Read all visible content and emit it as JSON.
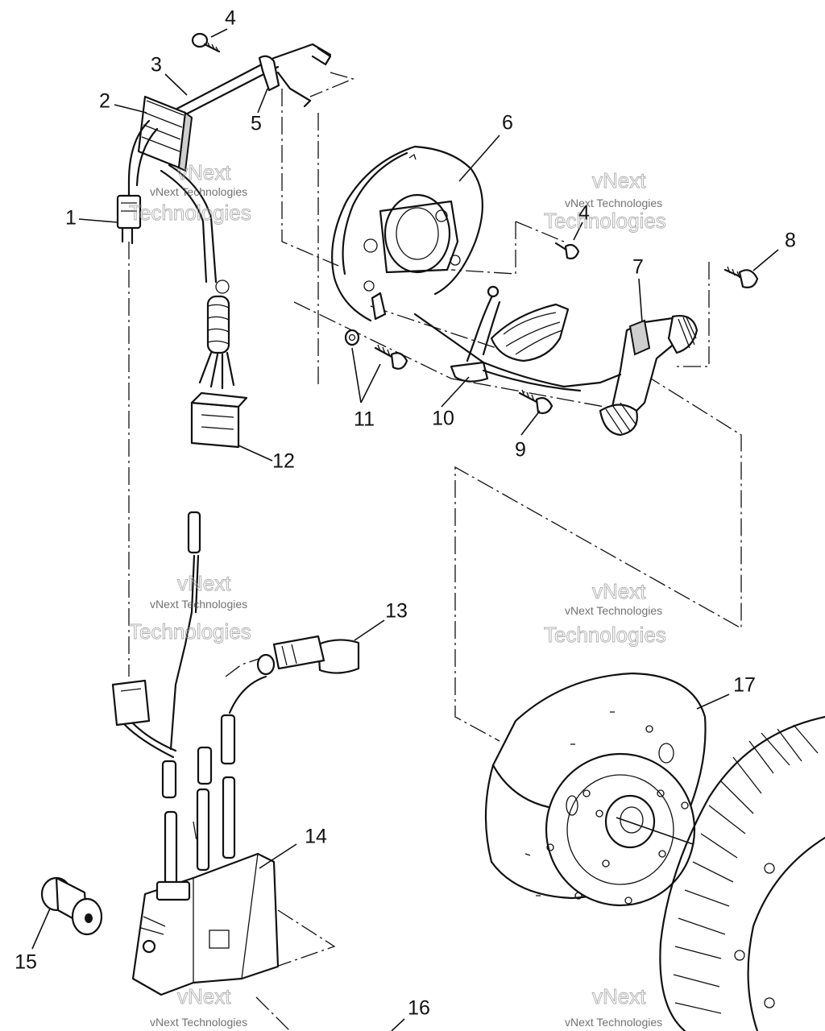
{
  "callouts": [
    {
      "id": "c1",
      "label": "1"
    },
    {
      "id": "c2",
      "label": "2"
    },
    {
      "id": "c3",
      "label": "3"
    },
    {
      "id": "c4a",
      "label": "4"
    },
    {
      "id": "c4b",
      "label": "4"
    },
    {
      "id": "c5",
      "label": "5"
    },
    {
      "id": "c6",
      "label": "6"
    },
    {
      "id": "c7",
      "label": "7"
    },
    {
      "id": "c8",
      "label": "8"
    },
    {
      "id": "c9",
      "label": "9"
    },
    {
      "id": "c10",
      "label": "10"
    },
    {
      "id": "c11",
      "label": "11"
    },
    {
      "id": "c12",
      "label": "12"
    },
    {
      "id": "c13",
      "label": "13"
    },
    {
      "id": "c14",
      "label": "14"
    },
    {
      "id": "c15",
      "label": "15"
    },
    {
      "id": "c16",
      "label": "16"
    },
    {
      "id": "c17",
      "label": "17"
    }
  ],
  "watermark": {
    "line1": "vNext",
    "line2": "vNext Technologies",
    "line3": "Technologies"
  }
}
